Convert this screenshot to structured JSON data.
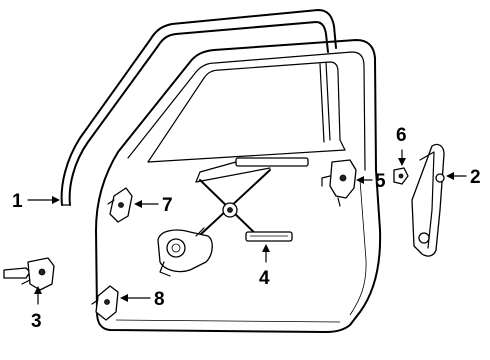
{
  "callouts": [
    {
      "id": "1",
      "part_icon": "door-belt-weatherstrip-icon"
    },
    {
      "id": "2",
      "part_icon": "door-hinge-icon"
    },
    {
      "id": "3",
      "part_icon": "door-check-icon"
    },
    {
      "id": "4",
      "part_icon": "window-regulator-motor-icon"
    },
    {
      "id": "5",
      "part_icon": "door-lock-actuator-icon"
    },
    {
      "id": "6",
      "part_icon": "clip-icon"
    },
    {
      "id": "7",
      "part_icon": "upper-hinge-icon"
    },
    {
      "id": "8",
      "part_icon": "lower-hinge-icon"
    }
  ]
}
